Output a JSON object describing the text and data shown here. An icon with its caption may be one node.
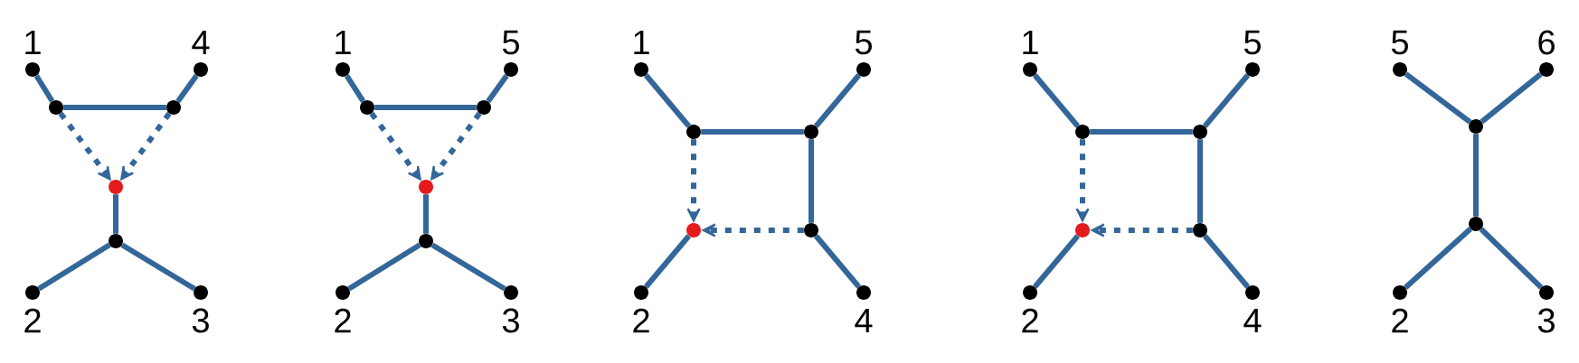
{
  "diagram": {
    "nodes": [
      {
        "text": [
          "1"
        ]
      },
      {
        "text": [
          "4"
        ]
      },
      {
        "text": [],
        "shape": "circle"
      },
      {
        "text": [],
        "shape": "circle"
      },
      {
        "text": [],
        "shape": "circle"
      },
      {
        "text": [],
        "shape": "circle"
      },
      {
        "text": [
          "2"
        ]
      },
      {
        "text": [
          "3"
        ]
      },
      {
        "text": [
          "1"
        ]
      },
      {
        "text": [
          "5"
        ]
      },
      {
        "text": [],
        "shape": "circle"
      },
      {
        "text": [],
        "shape": "circle"
      },
      {
        "text": [],
        "shape": "circle"
      },
      {
        "text": [],
        "shape": "circle"
      },
      {
        "text": [
          "2"
        ]
      },
      {
        "text": [
          "3"
        ]
      },
      {
        "text": [
          "1"
        ]
      },
      {
        "text": [
          "5"
        ]
      },
      {
        "text": [],
        "shape": "circle"
      },
      {
        "text": [],
        "shape": "circle"
      },
      {
        "text": [],
        "shape": "circle"
      },
      {
        "text": [],
        "shape": "circle"
      },
      {
        "text": [
          "2"
        ]
      },
      {
        "text": [
          "4"
        ]
      },
      {
        "text": [
          "1"
        ]
      },
      {
        "text": [
          "5"
        ]
      },
      {
        "text": [],
        "shape": "circle"
      },
      {
        "text": [],
        "shape": "circle"
      },
      {
        "text": [],
        "shape": "circle"
      },
      {
        "text": [],
        "shape": "circle"
      },
      {
        "text": [
          "2"
        ]
      },
      {
        "text": [
          "4"
        ]
      },
      {
        "text": [
          "5"
        ]
      },
      {
        "text": [
          "6"
        ]
      },
      {
        "text": [],
        "shape": "circle"
      },
      {
        "text": [],
        "shape": "circle"
      },
      {
        "text": [
          "2"
        ]
      },
      {
        "text": [
          "3"
        ]
      }
    ],
    "edges": [
      {
        "from": 0,
        "to": 2,
        "arrow": "none"
      },
      {
        "from": 1,
        "to": 3,
        "arrow": "none"
      },
      {
        "from": 2,
        "to": 3,
        "arrow": "none"
      },
      {
        "from": 2,
        "to": 4,
        "arrow": "to",
        "style": "dashed"
      },
      {
        "from": 3,
        "to": 4,
        "arrow": "to",
        "style": "dashed"
      },
      {
        "from": 4,
        "to": 5,
        "arrow": "none"
      },
      {
        "from": 5,
        "to": 6,
        "arrow": "none"
      },
      {
        "from": 5,
        "to": 7,
        "arrow": "none"
      },
      {
        "from": 8,
        "to": 10,
        "arrow": "none"
      },
      {
        "from": 9,
        "to": 11,
        "arrow": "none"
      },
      {
        "from": 10,
        "to": 11,
        "arrow": "none"
      },
      {
        "from": 10,
        "to": 12,
        "arrow": "to",
        "style": "dashed"
      },
      {
        "from": 11,
        "to": 12,
        "arrow": "to",
        "style": "dashed"
      },
      {
        "from": 12,
        "to": 13,
        "arrow": "none"
      },
      {
        "from": 13,
        "to": 14,
        "arrow": "none"
      },
      {
        "from": 13,
        "to": 15,
        "arrow": "none"
      },
      {
        "from": 16,
        "to": 18,
        "arrow": "none"
      },
      {
        "from": 17,
        "to": 19,
        "arrow": "none"
      },
      {
        "from": 18,
        "to": 19,
        "arrow": "none"
      },
      {
        "from": 19,
        "to": 21,
        "arrow": "none"
      },
      {
        "from": 18,
        "to": 20,
        "arrow": "to",
        "style": "dashed"
      },
      {
        "from": 21,
        "to": 20,
        "arrow": "to",
        "style": "dashed"
      },
      {
        "from": 20,
        "to": 22,
        "arrow": "none"
      },
      {
        "from": 21,
        "to": 23,
        "arrow": "none"
      },
      {
        "from": 24,
        "to": 26,
        "arrow": "none"
      },
      {
        "from": 25,
        "to": 27,
        "arrow": "none"
      },
      {
        "from": 26,
        "to": 27,
        "arrow": "none"
      },
      {
        "from": 27,
        "to": 29,
        "arrow": "none"
      },
      {
        "from": 26,
        "to": 28,
        "arrow": "to",
        "style": "dashed"
      },
      {
        "from": 29,
        "to": 28,
        "arrow": "to",
        "style": "dashed"
      },
      {
        "from": 28,
        "to": 30,
        "arrow": "none"
      },
      {
        "from": 29,
        "to": 31,
        "arrow": "none"
      },
      {
        "from": 32,
        "to": 34,
        "arrow": "none"
      },
      {
        "from": 33,
        "to": 34,
        "arrow": "none"
      },
      {
        "from": 34,
        "to": 35,
        "arrow": "none"
      },
      {
        "from": 35,
        "to": 36,
        "arrow": "none"
      },
      {
        "from": 35,
        "to": 37,
        "arrow": "none"
      }
    ]
  }
}
